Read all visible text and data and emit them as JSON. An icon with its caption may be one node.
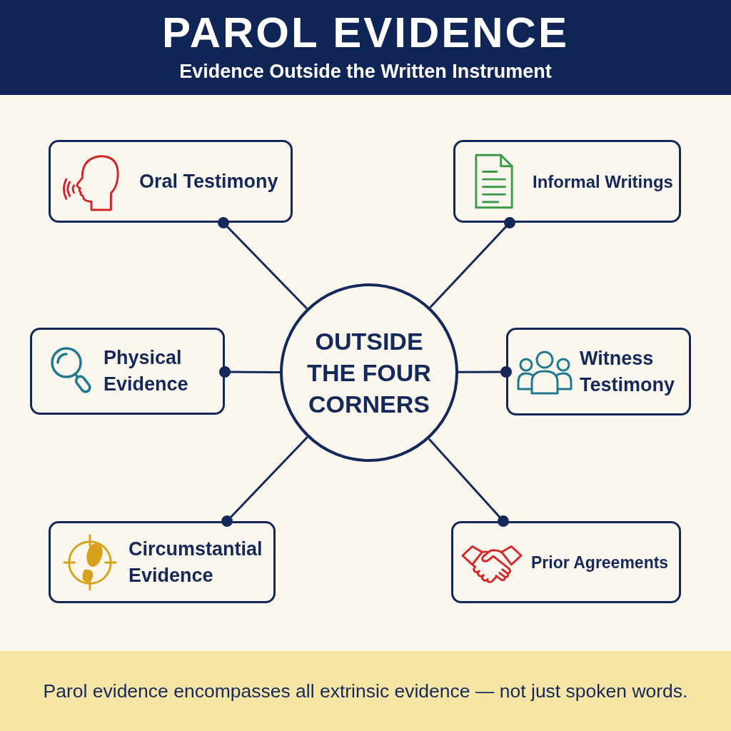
{
  "diagram": {
    "title": "PAROL EVIDENCE",
    "caption": "Parol evidence encompasses all extrinsic evidence — not just spoken words.",
    "nodes": [
      {
        "text": [
          "Oral Testimony"
        ]
      },
      {
        "text": [
          "Informal Writings"
        ]
      },
      {
        "text": [
          "Physical Evidence"
        ]
      },
      {
        "text": [
          "OUTSIDE THE FOUR CORNERS"
        ]
      },
      {
        "text": [
          "Witness Testimony"
        ]
      },
      {
        "text": [
          "Circumstantial Evidence"
        ]
      },
      {
        "text": [
          "Prior Agreements"
        ]
      }
    ],
    "edges": [
      {
        "from": 3,
        "to": 0,
        "arrow": "other"
      },
      {
        "from": 3,
        "to": 1,
        "arrow": "other"
      },
      {
        "from": 3,
        "to": 2,
        "arrow": "other"
      },
      {
        "from": 3,
        "to": 4,
        "arrow": "other"
      },
      {
        "from": 3,
        "to": 5,
        "arrow": "other"
      },
      {
        "from": 3,
        "to": 6,
        "arrow": "other"
      }
    ],
    "labels": [
      "Evidence Outside the Written Instrument"
    ]
  }
}
